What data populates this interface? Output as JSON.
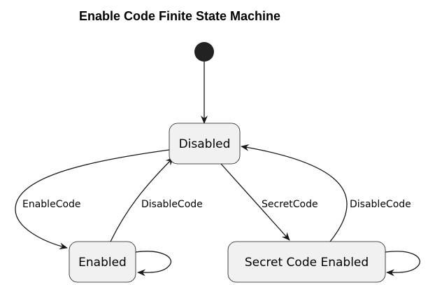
{
  "diagram": {
    "title": "Enable Code Finite State Machine",
    "states": {
      "disabled": "Disabled",
      "enabled": "Enabled",
      "secret": "Secret Code Enabled"
    },
    "transitions": {
      "enable_code": "EnableCode",
      "disable_from_enabled": "DisableCode",
      "secret_code": "SecretCode",
      "disable_from_secret": "DisableCode"
    },
    "colors": {
      "state_fill": "#f1f1f1",
      "stroke": "#181818",
      "initial_node": "#222222"
    }
  }
}
